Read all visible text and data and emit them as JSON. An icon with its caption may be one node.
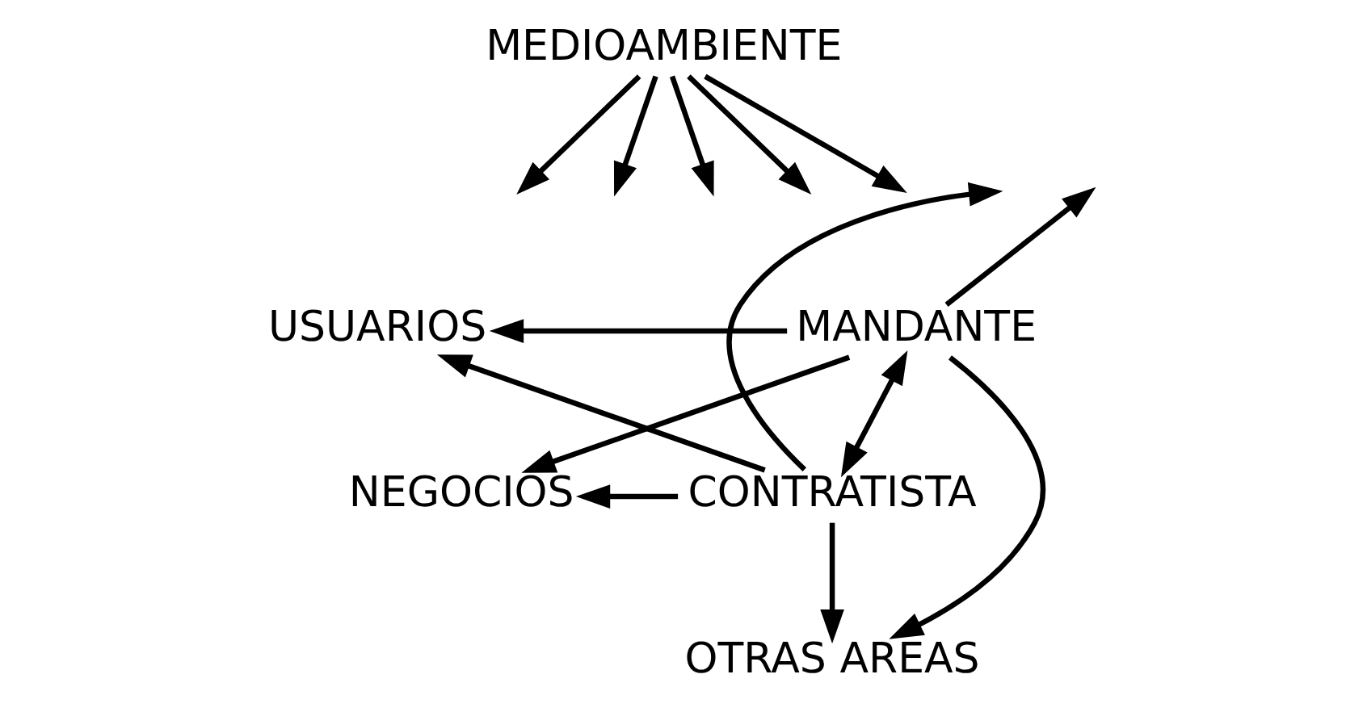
{
  "diagram": {
    "nodes": [
      {
        "text": [
          "MEDIOAMBIENTE"
        ]
      },
      {
        "text": [
          "USUARIOS"
        ]
      },
      {
        "text": [
          "MANDANTE"
        ]
      },
      {
        "text": [
          "NEGOCIOS"
        ]
      },
      {
        "text": [
          "CONTRATISTA"
        ]
      },
      {
        "text": [
          "OTRAS AREAS"
        ]
      }
    ],
    "edges": [
      {
        "from": 0,
        "to": null,
        "arrow": "to"
      },
      {
        "from": 0,
        "to": null,
        "arrow": "to"
      },
      {
        "from": 0,
        "to": null,
        "arrow": "to"
      },
      {
        "from": 0,
        "to": null,
        "arrow": "to"
      },
      {
        "from": 0,
        "to": null,
        "arrow": "to"
      },
      {
        "from": 2,
        "to": 1,
        "arrow": "to"
      },
      {
        "from": 2,
        "to": 3,
        "arrow": "to"
      },
      {
        "from": 2,
        "to": 5,
        "arrow": "to"
      },
      {
        "from": 2,
        "to": null,
        "arrow": "to"
      },
      {
        "from": 4,
        "to": 1,
        "arrow": "to"
      },
      {
        "from": 4,
        "to": 3,
        "arrow": "to"
      },
      {
        "from": 4,
        "to": 5,
        "arrow": "to"
      },
      {
        "from": 4,
        "to": null,
        "arrow": "to"
      },
      {
        "from": 2,
        "to": 4,
        "arrow": "both"
      }
    ]
  }
}
